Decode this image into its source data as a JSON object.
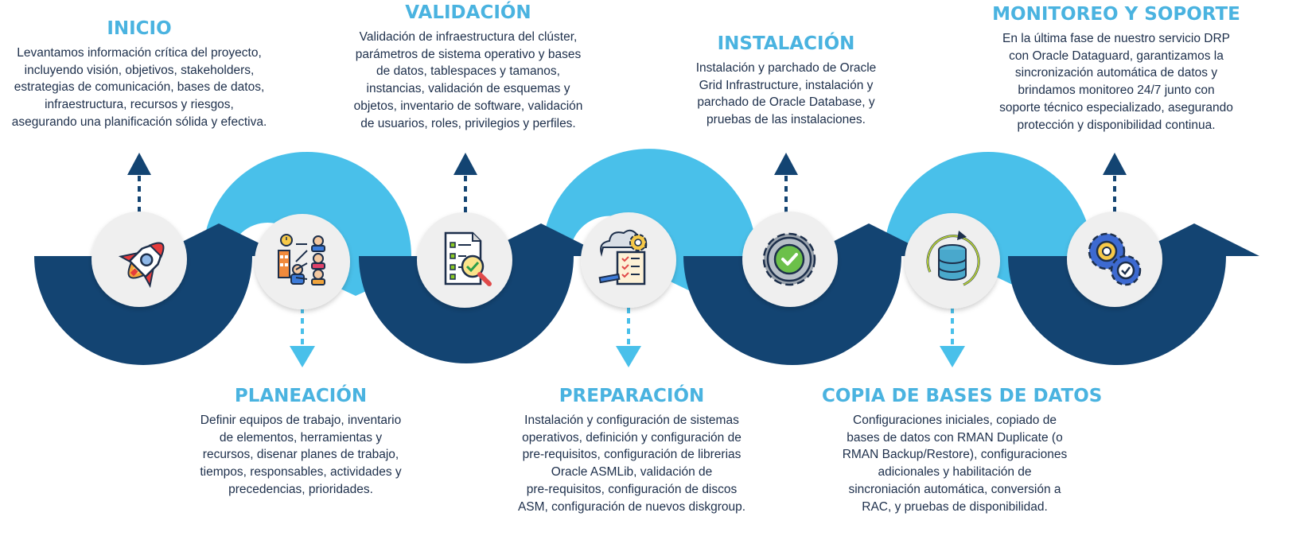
{
  "colors": {
    "dark_blue": "#134472",
    "light_blue": "#49c0ea",
    "title_blue": "#4ab3e0",
    "text": "#1d2f4b",
    "circle": "#efefef"
  },
  "steps": [
    {
      "id": "inicio",
      "position": "top",
      "icon": "rocket-icon",
      "title": "INICIO",
      "lines": [
        "Levantamos información crítica del proyecto,",
        "incluyendo visión, objetivos, stakeholders,",
        "estrategias de comunicación, bases de datos,",
        "infraestructura, recursos y riesgos,",
        "asegurando una planificación sólida y efectiva."
      ]
    },
    {
      "id": "planeacion",
      "position": "bottom",
      "icon": "planning-team-icon",
      "title": "PLANEACIÓN",
      "lines": [
        "Definir equipos de trabajo, inventario",
        "de elementos, herramientas y",
        "recursos, disenar planes de trabajo,",
        "tiempos, responsables, actividades y",
        "precedencias, prioridades."
      ]
    },
    {
      "id": "validacion",
      "position": "top",
      "icon": "document-check-magnifier-icon",
      "title": "VALIDACIÓN",
      "lines": [
        "Validación de infraestructura del clúster,",
        "parámetros de sistema operativo y bases",
        "de datos, tablespaces y tamanos,",
        "instancias, validación de esquemas y",
        "objetos, inventario de software, validación",
        "de usuarios, roles, privilegios y perfiles."
      ]
    },
    {
      "id": "preparacion",
      "position": "bottom",
      "icon": "cloud-gear-checklist-icon",
      "title": "PREPARACIÓN",
      "lines": [
        "Instalación y configuración de sistemas",
        "operativos, definición y configuración de",
        "pre-requisitos, configuración de librerias",
        "Oracle ASMLib, validación de",
        "pre-requisitos, configuración de discos",
        "ASM, configuración de nuevos diskgroup."
      ]
    },
    {
      "id": "instalacion",
      "position": "top",
      "icon": "gear-check-icon",
      "title": "INSTALACIÓN",
      "lines": [
        "Instalación y parchado de Oracle",
        "Grid Infrastructure, instalación y",
        "parchado de Oracle Database, y",
        "pruebas de las instalaciones."
      ]
    },
    {
      "id": "copia",
      "position": "bottom",
      "icon": "database-sync-icon",
      "title": "COPIA DE BASES DE DATOS",
      "lines": [
        "Configuraciones iniciales, copiado de",
        "bases de datos con RMAN Duplicate (o",
        "RMAN Backup/Restore), configuraciones",
        "adicionales y habilitación de",
        "sincroniación automática, conversión a",
        "RAC, y pruebas de disponibilidad."
      ]
    },
    {
      "id": "monitoreo",
      "position": "top",
      "icon": "gears-support-icon",
      "title": "MONITOREO Y SOPORTE",
      "lines": [
        "En la última fase de nuestro servicio DRP",
        "con Oracle Dataguard, garantizamos la",
        "sincronización automática de datos y",
        "brindamos monitoreo 24/7 junto con",
        "soporte técnico especializado, asegurando",
        "protección y disponibilidad continua."
      ]
    }
  ]
}
